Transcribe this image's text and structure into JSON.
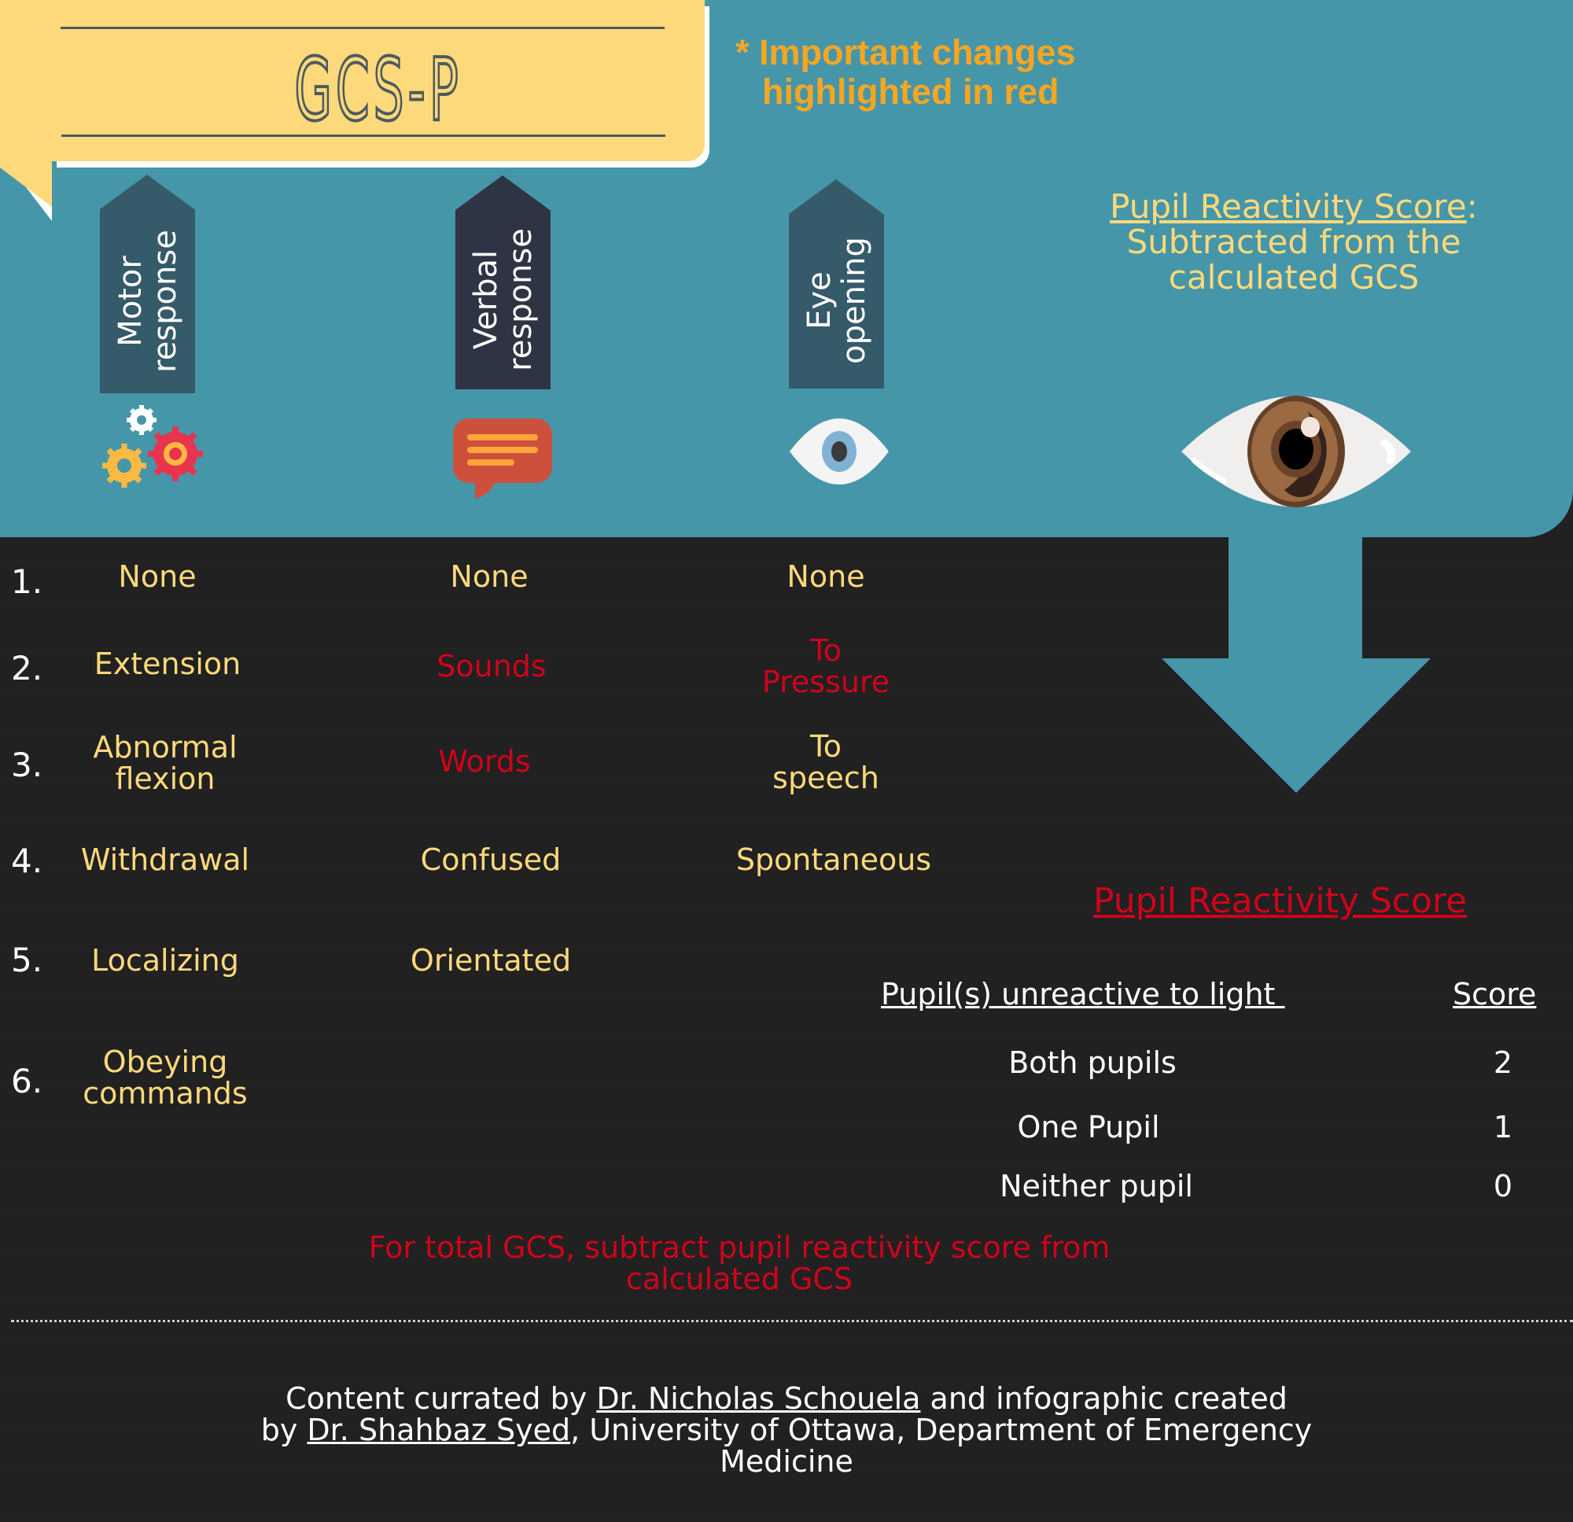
{
  "header": {
    "title": "GCS-P",
    "note_line1": "* Important changes",
    "note_line2": "highlighted in red"
  },
  "categories": [
    {
      "id": "motor",
      "label_line1": "Motor",
      "label_line2": "response",
      "icon": "gears-icon"
    },
    {
      "id": "verbal",
      "label_line1": "Verbal",
      "label_line2": "response",
      "icon": "speech-bubble-icon"
    },
    {
      "id": "eye",
      "label_line1": "Eye",
      "label_line2": "opening",
      "icon": "eye-icon"
    }
  ],
  "pupil_intro": {
    "heading": "Pupil Reactivity Score",
    "colon": ":",
    "line2": "Subtracted from the",
    "line3": "calculated GCS",
    "icon": "large-eye-icon"
  },
  "rows": [
    {
      "num": "1.",
      "motor": "None",
      "verbal": "None",
      "eye": "None",
      "verbal_red": false,
      "eye_red": false
    },
    {
      "num": "2.",
      "motor": "Extension",
      "verbal": "Sounds",
      "eye": "To\nPressure",
      "verbal_red": true,
      "eye_red": true
    },
    {
      "num": "3.",
      "motor": "Abnormal\nflexion",
      "verbal": "Words",
      "eye": "To\nspeech",
      "verbal_red": true,
      "eye_red": false
    },
    {
      "num": "4.",
      "motor": "Withdrawal",
      "verbal": "Confused",
      "eye": "Spontaneous",
      "verbal_red": false,
      "eye_red": false
    },
    {
      "num": "5.",
      "motor": "Localizing",
      "verbal": "Orientated",
      "eye": "",
      "verbal_red": false,
      "eye_red": false
    },
    {
      "num": "6.",
      "motor": "Obeying\ncommands",
      "verbal": "",
      "eye": "",
      "verbal_red": false,
      "eye_red": false
    }
  ],
  "pupil_table": {
    "title": "Pupil Reactivity Score",
    "col_header_1": "Pupil(s) unreactive to light ",
    "col_header_2": "Score",
    "rows": [
      {
        "label": "Both pupils",
        "score": "2"
      },
      {
        "label": "One Pupil",
        "score": "1"
      },
      {
        "label": "Neither pupil",
        "score": "0"
      }
    ]
  },
  "instruction": {
    "line1": "For total GCS, subtract pupil reactivity score from",
    "line2": "calculated GCS"
  },
  "footer": {
    "t1": "Content currated by ",
    "author1": "Dr. Nicholas Schouela",
    "t2": " and infographic created",
    "t3": "by ",
    "author2": "Dr. Shahbaz Syed",
    "t4": ", University of Ottawa, Department of Emergency",
    "t5": "Medicine"
  },
  "colors": {
    "teal": "#4696a9",
    "yellow": "#fed97b",
    "orange_note": "#f5a623",
    "red": "#d0021b",
    "dark_bg": "#212121",
    "banner_slate": "#355a69",
    "banner_navy": "#2e3443"
  }
}
